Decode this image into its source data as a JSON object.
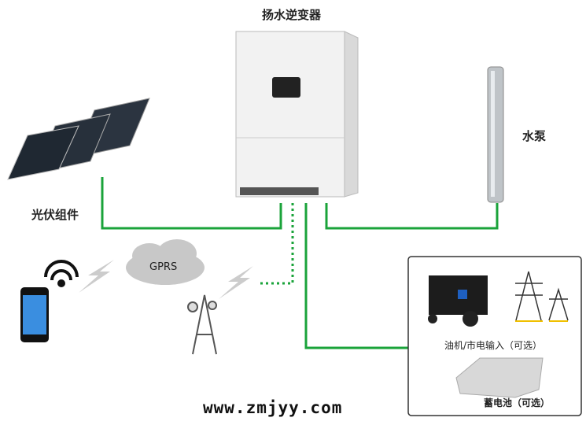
{
  "labels": {
    "inverter": "扬水逆变器",
    "pump": "水泵",
    "solar": "光伏组件",
    "gprs": "GPRS",
    "generator_grid": "油机/市电输入（可选）",
    "battery": "蓄电池（可选）",
    "website": "www.zmjyy.com"
  },
  "colors": {
    "line": "#1aa33a",
    "box_border": "#333333"
  }
}
